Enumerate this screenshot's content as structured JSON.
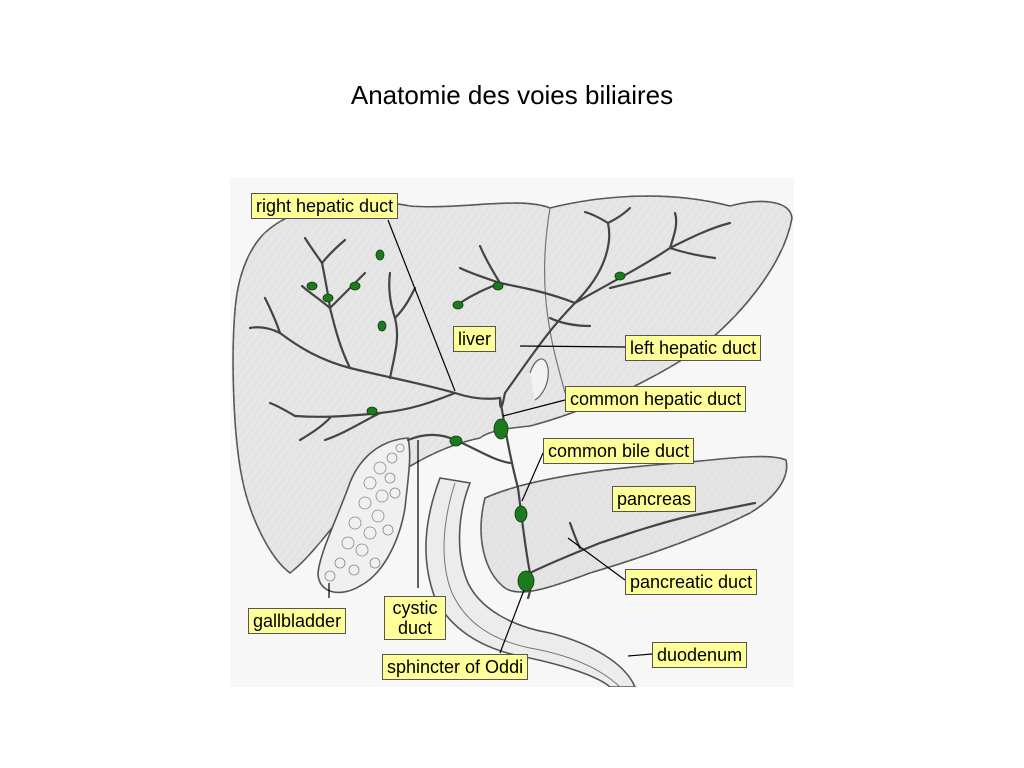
{
  "slide": {
    "title": "Anatomie des voies biliaires"
  },
  "diagram": {
    "labels": {
      "right_hepatic_duct": "right hepatic duct",
      "liver": "liver",
      "left_hepatic_duct": "left hepatic duct",
      "common_hepatic_duct": "common hepatic duct",
      "common_bile_duct": "common bile duct",
      "pancreas": "pancreas",
      "pancreatic_duct": "pancreatic duct",
      "duodenum": "duodenum",
      "gallbladder": "gallbladder",
      "cystic_duct_line1": "cystic",
      "cystic_duct_line2": "duct",
      "sphincter_of_oddi": "sphincter of Oddi"
    },
    "colors": {
      "label_fill": "#ffff99",
      "nodule_green": "#1e7a1e",
      "organ_fill": "#e4e4e4",
      "outline": "#555555"
    }
  }
}
